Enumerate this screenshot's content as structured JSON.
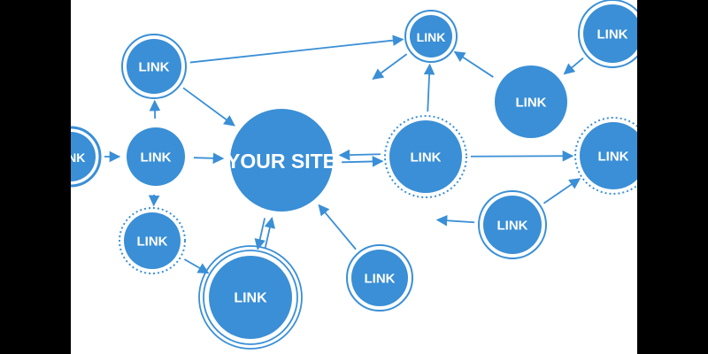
{
  "colors": {
    "node": "#3a8fd6",
    "ring": "#3a8fd6",
    "edge": "#3a8fd6",
    "label": "#ffffff",
    "canvas": "#ffffff",
    "frame": "#000000"
  },
  "nodes": [
    {
      "id": "site",
      "label": "YOUR SITE",
      "main": true
    },
    {
      "id": "link_left_edge",
      "label": "LINK",
      "ring": "solid-thick"
    },
    {
      "id": "link_center_left",
      "label": "LINK"
    },
    {
      "id": "link_top_left",
      "label": "LINK",
      "ring": "solid"
    },
    {
      "id": "link_bottom_left",
      "label": "LINK",
      "ring": "dotted"
    },
    {
      "id": "link_bottom_large",
      "label": "LINK",
      "ring": "double"
    },
    {
      "id": "link_bottom_center",
      "label": "LINK",
      "ring": "solid"
    },
    {
      "id": "link_center_right",
      "label": "LINK",
      "ring": "dotted"
    },
    {
      "id": "link_top_center",
      "label": "LINK",
      "ring": "solid"
    },
    {
      "id": "link_top_right",
      "label": "LINK",
      "ring": "solid"
    },
    {
      "id": "link_right_upper",
      "label": "LINK"
    },
    {
      "id": "link_right_edge",
      "label": "LINK",
      "ring": "dotted"
    },
    {
      "id": "link_right_lower",
      "label": "LINK",
      "ring": "solid"
    }
  ],
  "edges": [
    {
      "from": "link_left_edge",
      "to": "link_center_left"
    },
    {
      "from": "link_center_left",
      "to": "site"
    },
    {
      "from": "link_center_left",
      "to": "link_top_left"
    },
    {
      "from": "link_center_left",
      "to": "link_bottom_left"
    },
    {
      "from": "link_top_left",
      "to": "site"
    },
    {
      "from": "link_top_left",
      "to": "link_top_center"
    },
    {
      "from": "link_bottom_left",
      "to": "link_bottom_large"
    },
    {
      "from": "site",
      "to": "link_bottom_large"
    },
    {
      "from": "link_bottom_large",
      "to": "site"
    },
    {
      "from": "link_bottom_center",
      "to": "site"
    },
    {
      "from": "site",
      "to": "link_center_right"
    },
    {
      "from": "link_center_right",
      "to": "site"
    },
    {
      "from": "link_center_right",
      "to": "link_top_center"
    },
    {
      "from": "link_center_right",
      "to": "link_right_edge"
    },
    {
      "from": "link_top_center",
      "to": "open_top"
    },
    {
      "from": "link_right_upper",
      "to": "link_top_center"
    },
    {
      "from": "link_top_right",
      "to": "link_right_upper"
    },
    {
      "from": "link_right_lower",
      "to": "open_right"
    },
    {
      "from": "link_right_lower",
      "to": "link_right_edge"
    }
  ]
}
